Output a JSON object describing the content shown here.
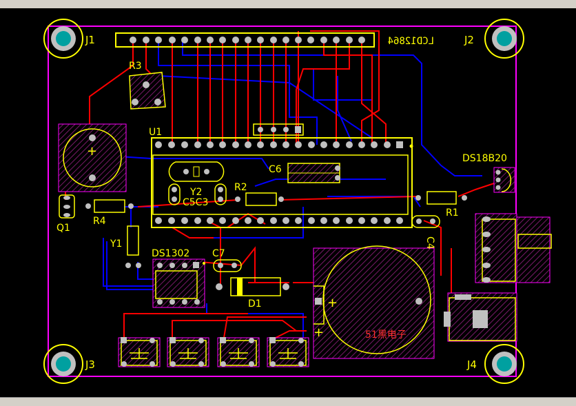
{
  "board": {
    "designators": {
      "J1": "J1",
      "J2": "J2",
      "J3": "J3",
      "J4": "J4",
      "R1": "R1",
      "R2": "R2",
      "R3": "R3",
      "R4": "R4",
      "U1": "U1",
      "Y1": "Y1",
      "Y2": "Y2",
      "Q1": "Q1",
      "D1": "D1",
      "C4": "C4",
      "C5C3": "C5C3",
      "C6": "C6",
      "C7": "C7",
      "DS1302": "DS1302",
      "DS18B20": "DS18B20"
    },
    "silkscreen": {
      "lcd_mirrored": "LCD12864",
      "brand": "51黑电子",
      "plus_top": "+",
      "plus_bottom": "+"
    },
    "colors": {
      "board_outline": "#ff00ff",
      "top_layer": "#ff0000",
      "bottom_layer": "#0000ff",
      "overlay": "#ffff00",
      "pad": "#c0c0c0",
      "mounting_hole": "#00a0a0",
      "brand_text": "#ff3030"
    }
  }
}
